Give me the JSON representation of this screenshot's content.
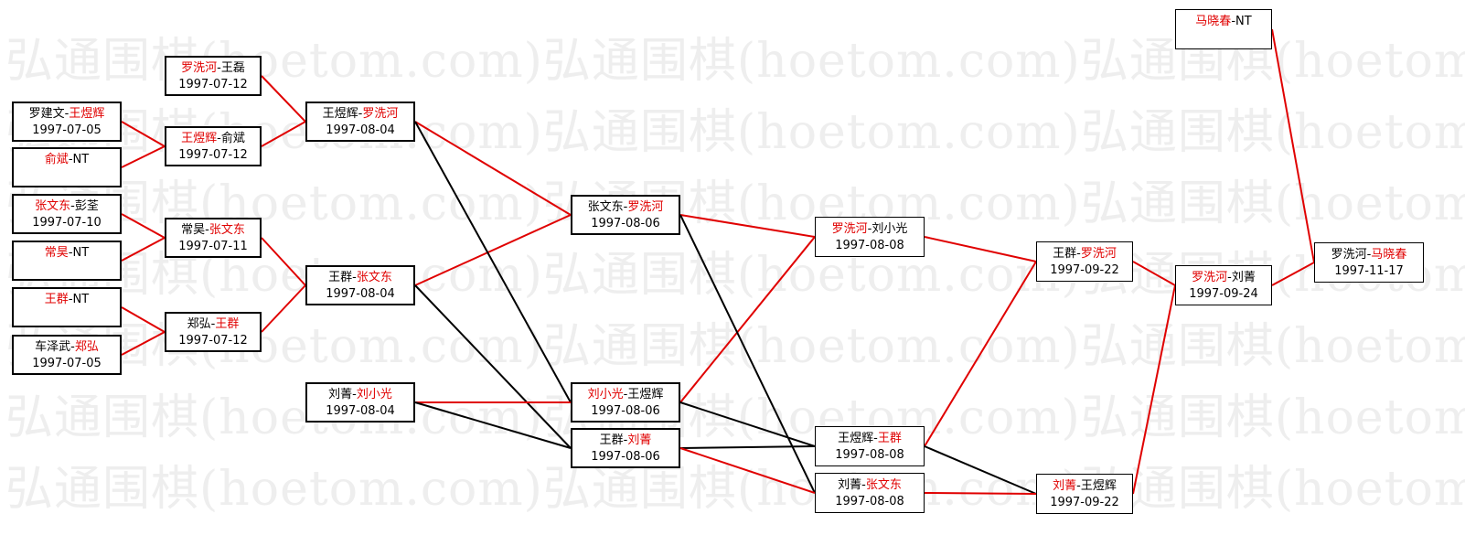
{
  "watermark": "弘通围棋(hoetom.com)弘通围棋(hoetom.com)弘通围棋(hoetom.com)",
  "colors": {
    "winner": "#e00000",
    "edge_red": "#e00000",
    "edge_black": "#000000",
    "watermark": "#eeeeee"
  },
  "nodes": [
    {
      "id": "n1",
      "winner": "罗洗河",
      "loser": "王磊",
      "winner_first": true,
      "date": "1997-07-12"
    },
    {
      "id": "n2",
      "winner": "王煜辉",
      "loser": "罗建文",
      "winner_first": false,
      "date": "1997-07-05"
    },
    {
      "id": "n3",
      "winner": "王煜辉",
      "loser": "俞斌",
      "winner_first": true,
      "date": "1997-07-12"
    },
    {
      "id": "n4",
      "winner": "俞斌",
      "loser": "NT",
      "winner_first": true,
      "date": ""
    },
    {
      "id": "n5",
      "winner": "罗洗河",
      "loser": "王煜辉",
      "winner_first": false,
      "date": "1997-08-04"
    },
    {
      "id": "n6",
      "winner": "张文东",
      "loser": "彭荃",
      "winner_first": true,
      "date": "1997-07-10"
    },
    {
      "id": "n7",
      "winner": "张文东",
      "loser": "常昊",
      "winner_first": false,
      "date": "1997-07-11"
    },
    {
      "id": "n8",
      "winner": "常昊",
      "loser": "NT",
      "winner_first": true,
      "date": ""
    },
    {
      "id": "n9",
      "winner": "张文东",
      "loser": "王群",
      "winner_first": false,
      "date": "1997-08-04"
    },
    {
      "id": "n10",
      "winner": "王群",
      "loser": "NT",
      "winner_first": true,
      "date": ""
    },
    {
      "id": "n11",
      "winner": "王群",
      "loser": "郑弘",
      "winner_first": false,
      "date": "1997-07-12"
    },
    {
      "id": "n12",
      "winner": "郑弘",
      "loser": "车泽武",
      "winner_first": false,
      "date": "1997-07-05"
    },
    {
      "id": "n13",
      "winner": "刘小光",
      "loser": "刘菁",
      "winner_first": false,
      "date": "1997-08-04"
    },
    {
      "id": "n14",
      "winner": "罗洗河",
      "loser": "张文东",
      "winner_first": false,
      "date": "1997-08-06"
    },
    {
      "id": "n15",
      "winner": "刘小光",
      "loser": "王煜辉",
      "winner_first": true,
      "date": "1997-08-06"
    },
    {
      "id": "n16",
      "winner": "刘菁",
      "loser": "王群",
      "winner_first": false,
      "date": "1997-08-06"
    },
    {
      "id": "n17",
      "winner": "罗洗河",
      "loser": "刘小光",
      "winner_first": true,
      "date": "1997-08-08"
    },
    {
      "id": "n18",
      "winner": "王群",
      "loser": "王煜辉",
      "winner_first": false,
      "date": "1997-08-08"
    },
    {
      "id": "n19",
      "winner": "张文东",
      "loser": "刘菁",
      "winner_first": false,
      "date": "1997-08-08"
    },
    {
      "id": "n20",
      "winner": "罗洗河",
      "loser": "王群",
      "winner_first": false,
      "date": "1997-09-22"
    },
    {
      "id": "n21",
      "winner": "刘菁",
      "loser": "王煜辉",
      "winner_first": true,
      "date": "1997-09-22"
    },
    {
      "id": "n22",
      "winner": "罗洗河",
      "loser": "刘菁",
      "winner_first": true,
      "date": "1997-09-24"
    },
    {
      "id": "n23",
      "winner": "马晓春",
      "loser": "NT",
      "winner_first": true,
      "date": ""
    },
    {
      "id": "n24",
      "winner": "马晓春",
      "loser": "罗洗河",
      "winner_first": false,
      "date": "1997-11-17"
    }
  ],
  "edges": [
    {
      "from": "n1",
      "to": "n5",
      "color": "red"
    },
    {
      "from": "n2",
      "to": "n3",
      "color": "red"
    },
    {
      "from": "n4",
      "to": "n3",
      "color": "red"
    },
    {
      "from": "n3",
      "to": "n5",
      "color": "red"
    },
    {
      "from": "n6",
      "to": "n7",
      "color": "red"
    },
    {
      "from": "n8",
      "to": "n7",
      "color": "red"
    },
    {
      "from": "n10",
      "to": "n11",
      "color": "red"
    },
    {
      "from": "n12",
      "to": "n11",
      "color": "red"
    },
    {
      "from": "n7",
      "to": "n9",
      "color": "red"
    },
    {
      "from": "n11",
      "to": "n9",
      "color": "red"
    },
    {
      "from": "n5",
      "to": "n14",
      "color": "red"
    },
    {
      "from": "n9",
      "to": "n14",
      "color": "red"
    },
    {
      "from": "n5",
      "to": "n15",
      "color": "black"
    },
    {
      "from": "n9",
      "to": "n16",
      "color": "black"
    },
    {
      "from": "n13",
      "to": "n15",
      "color": "red"
    },
    {
      "from": "n13",
      "to": "n16",
      "color": "black"
    },
    {
      "from": "n14",
      "to": "n17",
      "color": "red"
    },
    {
      "from": "n15",
      "to": "n17",
      "color": "red"
    },
    {
      "from": "n14",
      "to": "n19",
      "color": "black"
    },
    {
      "from": "n15",
      "to": "n18",
      "color": "black"
    },
    {
      "from": "n16",
      "to": "n18",
      "color": "black"
    },
    {
      "from": "n16",
      "to": "n19",
      "color": "red"
    },
    {
      "from": "n17",
      "to": "n20",
      "color": "red"
    },
    {
      "from": "n18",
      "to": "n20",
      "color": "red"
    },
    {
      "from": "n18",
      "to": "n21",
      "color": "black"
    },
    {
      "from": "n19",
      "to": "n21",
      "color": "red"
    },
    {
      "from": "n20",
      "to": "n22",
      "color": "red"
    },
    {
      "from": "n21",
      "to": "n22",
      "color": "red"
    },
    {
      "from": "n22",
      "to": "n24",
      "color": "red"
    },
    {
      "from": "n23",
      "to": "n24",
      "color": "red"
    }
  ]
}
